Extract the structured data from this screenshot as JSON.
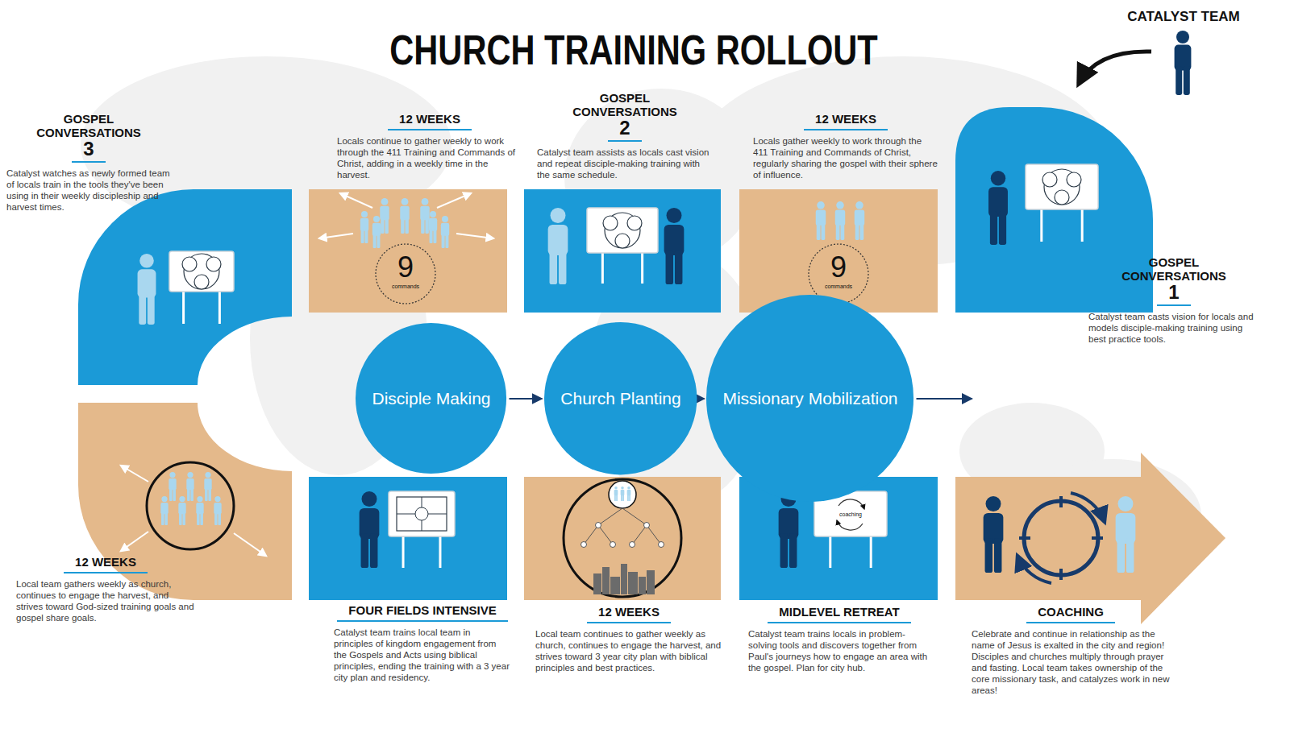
{
  "diagram": {
    "title": "CHURCH TRAINING ROLLOUT",
    "nodes": [
      {
        "text": [
          "GOSPEL CONVERSATIONS",
          "1",
          "Catalyst team casts vision for locals and models disciple-making training using best practice tools."
        ]
      },
      {
        "text": [
          "12 WEEKS",
          "Locals gather weekly to work through the 411 Training and Commands of Christ, regularly sharing the gospel with their sphere of influence."
        ]
      },
      {
        "text": [
          "GOSPEL CONVERSATIONS",
          "2",
          "Catalyst team assists as locals cast vision and repeat disciple-making training with the same schedule."
        ]
      },
      {
        "text": [
          "12 WEEKS",
          "Locals continue to gather weekly to work through the 411 Training and Commands of Christ, adding in a weekly time in the harvest."
        ]
      },
      {
        "text": [
          "GOSPEL CONVERSATIONS",
          "3",
          "Catalyst watches as newly formed team of locals train in the tools they've been using in their weekly discipleship and harvest times."
        ]
      },
      {
        "text": [
          "12 WEEKS",
          "Local team gathers weekly as church, continues to engage the harvest, and strives toward God-sized training goals and gospel share goals."
        ]
      },
      {
        "text": [
          "FOUR FIELDS INTENSIVE",
          "Catalyst team trains local team in principles of kingdom engagement from the Gospels and Acts using biblical principles, ending the training with a 3 year city plan and residency."
        ]
      },
      {
        "text": [
          "12 WEEKS",
          "Local team continues to gather weekly as church, continues to engage the harvest, and strives toward 3 year city plan with biblical principles and best practices."
        ]
      },
      {
        "text": [
          "MIDLEVEL RETREAT",
          "Catalyst team trains locals in problem-solving tools and discovers together from Paul's journeys how to engage an area with the gospel. Plan for city hub."
        ]
      },
      {
        "text": [
          "COACHING",
          "Celebrate and continue in relationship as the name of Jesus is exalted in the city and region! Disciples and churches multiply through prayer and fasting. Local team takes ownership of the core missionary task, and catalyzes work in new areas!"
        ]
      },
      {
        "text": [
          "Disciple Making"
        ]
      },
      {
        "text": [
          "Church Planting"
        ]
      },
      {
        "text": [
          "Missionary Mobilization"
        ]
      }
    ],
    "edges": [
      {
        "from": 10,
        "to": 11,
        "arrow": "to"
      },
      {
        "from": 11,
        "to": 12,
        "arrow": "to"
      }
    ],
    "labels": [
      "CATALYST TEAM",
      "9",
      "commands",
      "9",
      "commands",
      "coaching"
    ]
  }
}
